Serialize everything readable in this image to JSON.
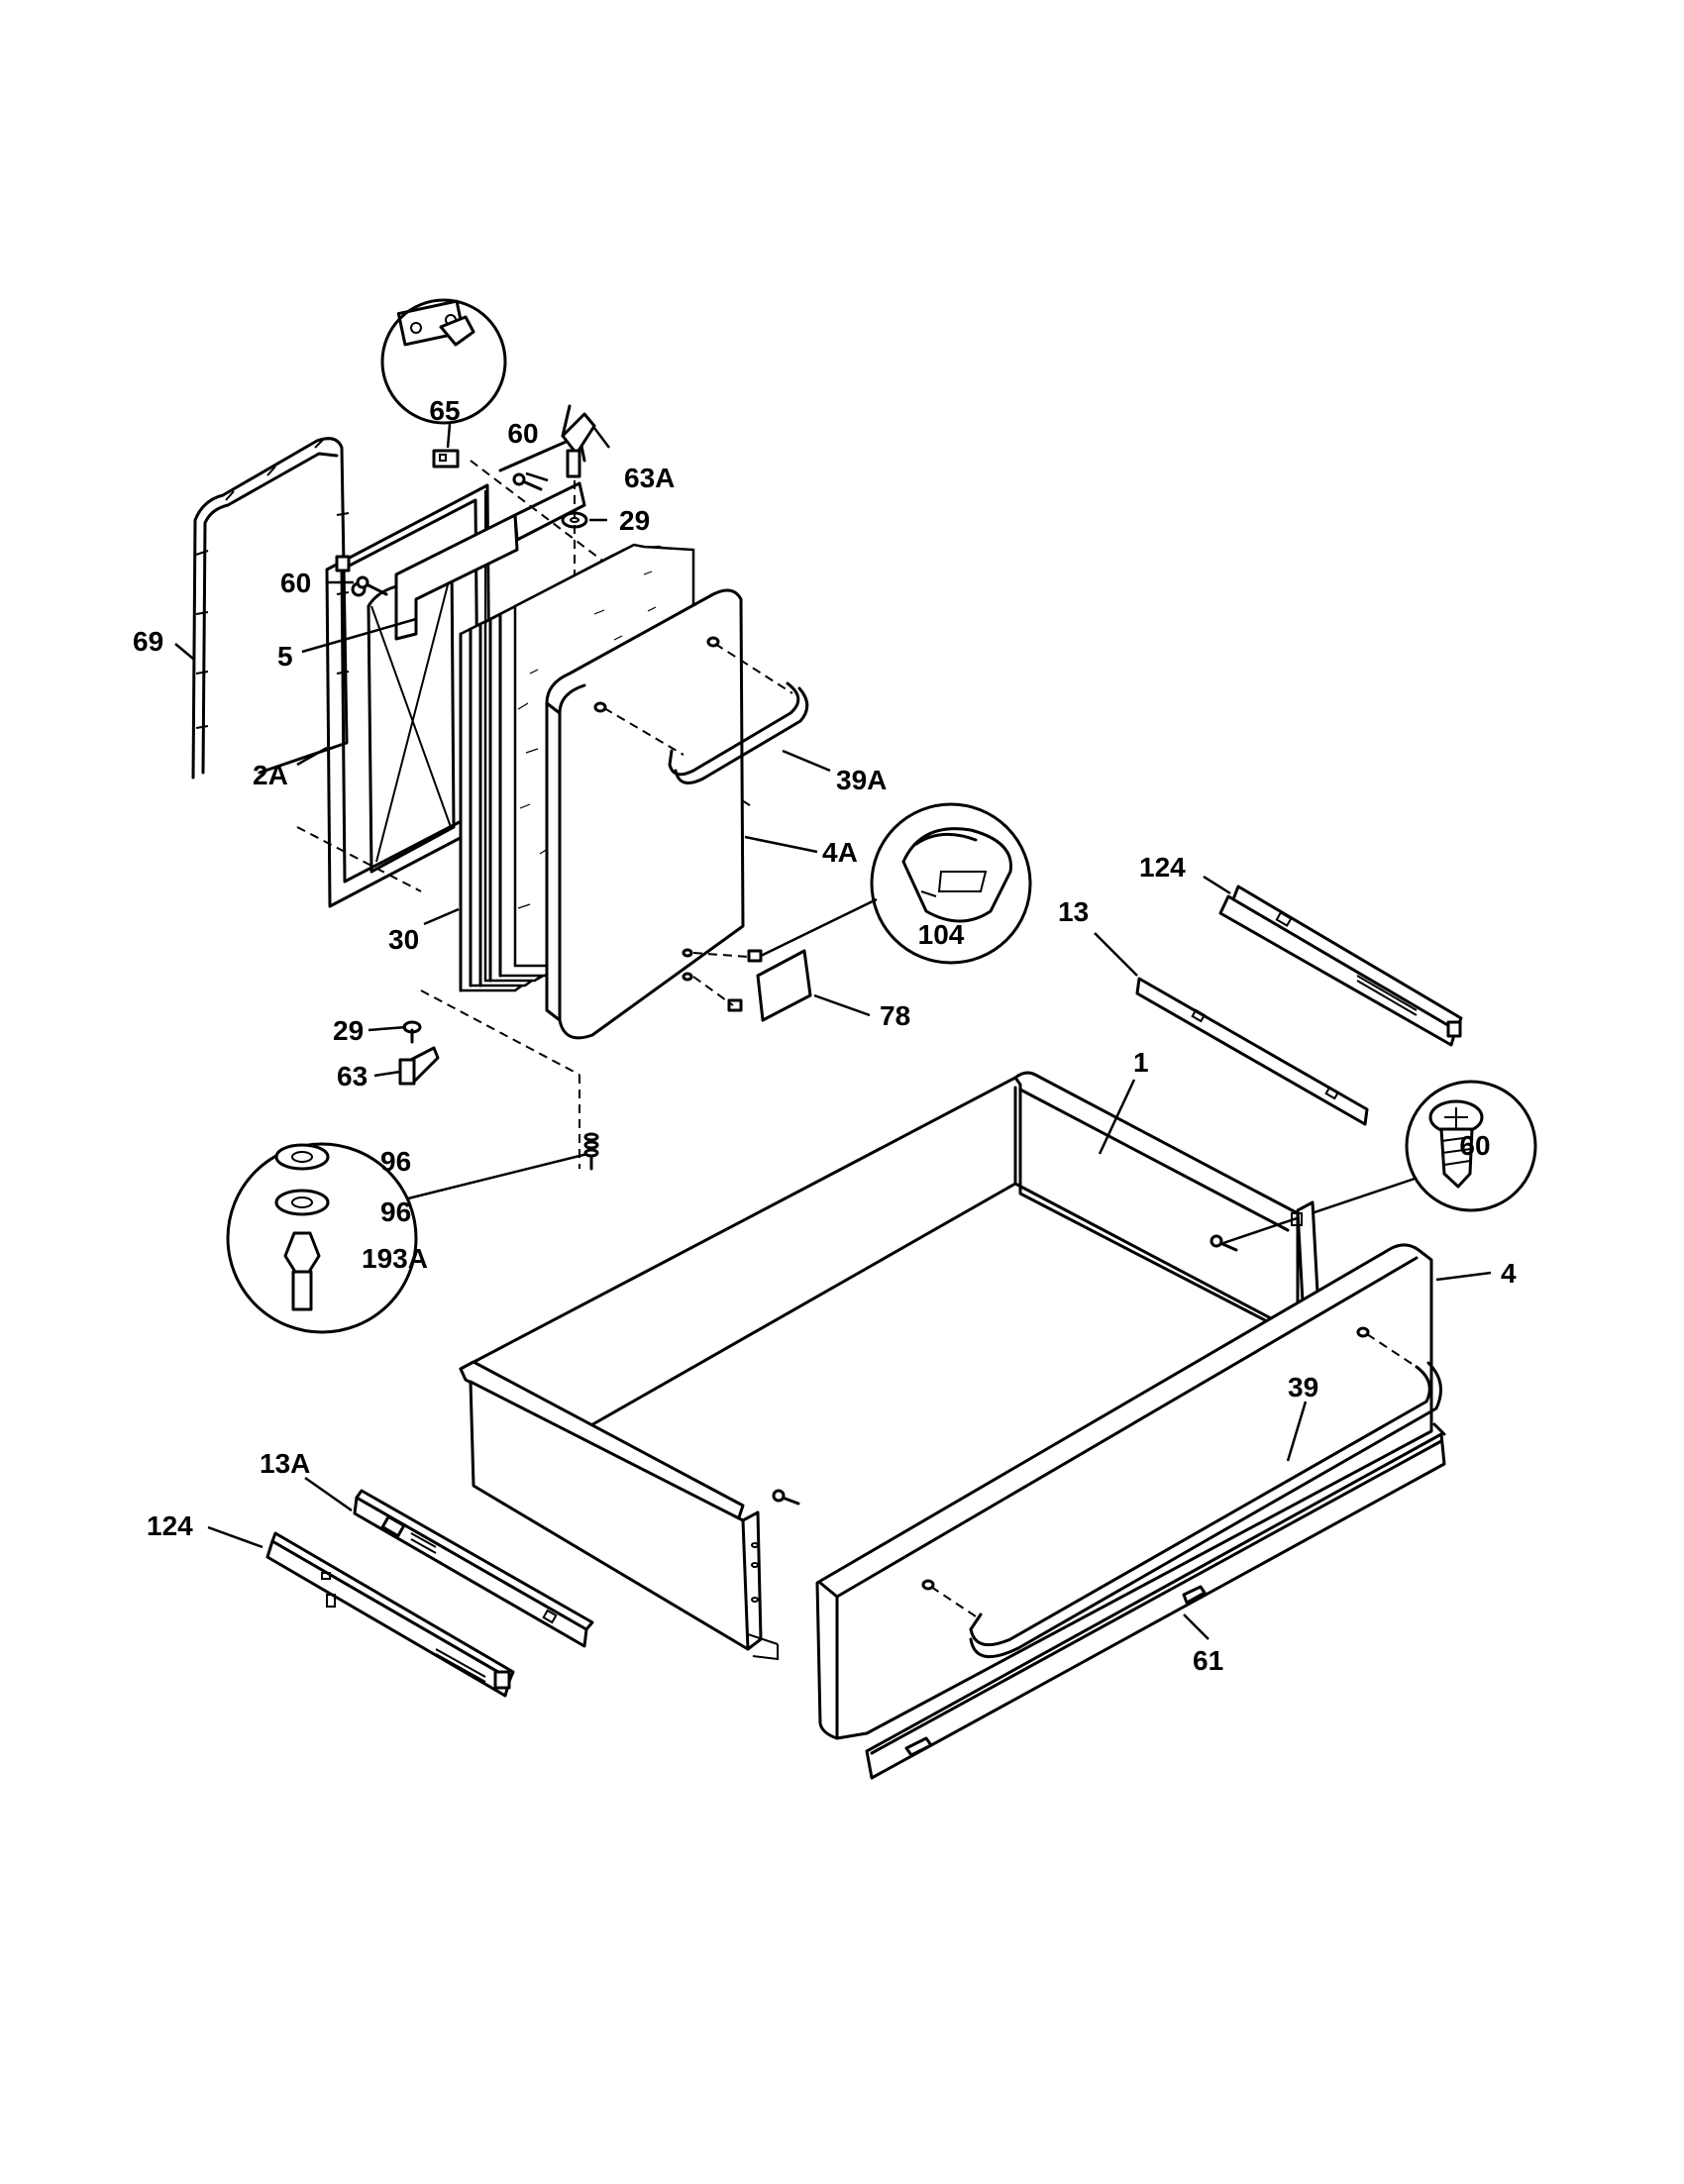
{
  "diagram": {
    "callouts": [
      {
        "id": "c65",
        "label": "65"
      },
      {
        "id": "c60a",
        "label": "60"
      },
      {
        "id": "c63A",
        "label": "63A"
      },
      {
        "id": "c29a",
        "label": "29"
      },
      {
        "id": "c60b",
        "label": "60"
      },
      {
        "id": "c5",
        "label": "5"
      },
      {
        "id": "c69",
        "label": "69"
      },
      {
        "id": "c2A",
        "label": "2A"
      },
      {
        "id": "c39A",
        "label": "39A"
      },
      {
        "id": "c4A",
        "label": "4A"
      },
      {
        "id": "c30",
        "label": "30"
      },
      {
        "id": "c104",
        "label": "104"
      },
      {
        "id": "c78",
        "label": "78"
      },
      {
        "id": "c29b",
        "label": "29"
      },
      {
        "id": "c63",
        "label": "63"
      },
      {
        "id": "c96a",
        "label": "96"
      },
      {
        "id": "c96b",
        "label": "96"
      },
      {
        "id": "c193A",
        "label": "193A"
      },
      {
        "id": "c124a",
        "label": "124"
      },
      {
        "id": "c13",
        "label": "13"
      },
      {
        "id": "c1",
        "label": "1"
      },
      {
        "id": "c60c",
        "label": "60"
      },
      {
        "id": "c4",
        "label": "4"
      },
      {
        "id": "c39",
        "label": "39"
      },
      {
        "id": "c13A",
        "label": "13A"
      },
      {
        "id": "c124b",
        "label": "124"
      },
      {
        "id": "c61",
        "label": "61"
      }
    ]
  }
}
